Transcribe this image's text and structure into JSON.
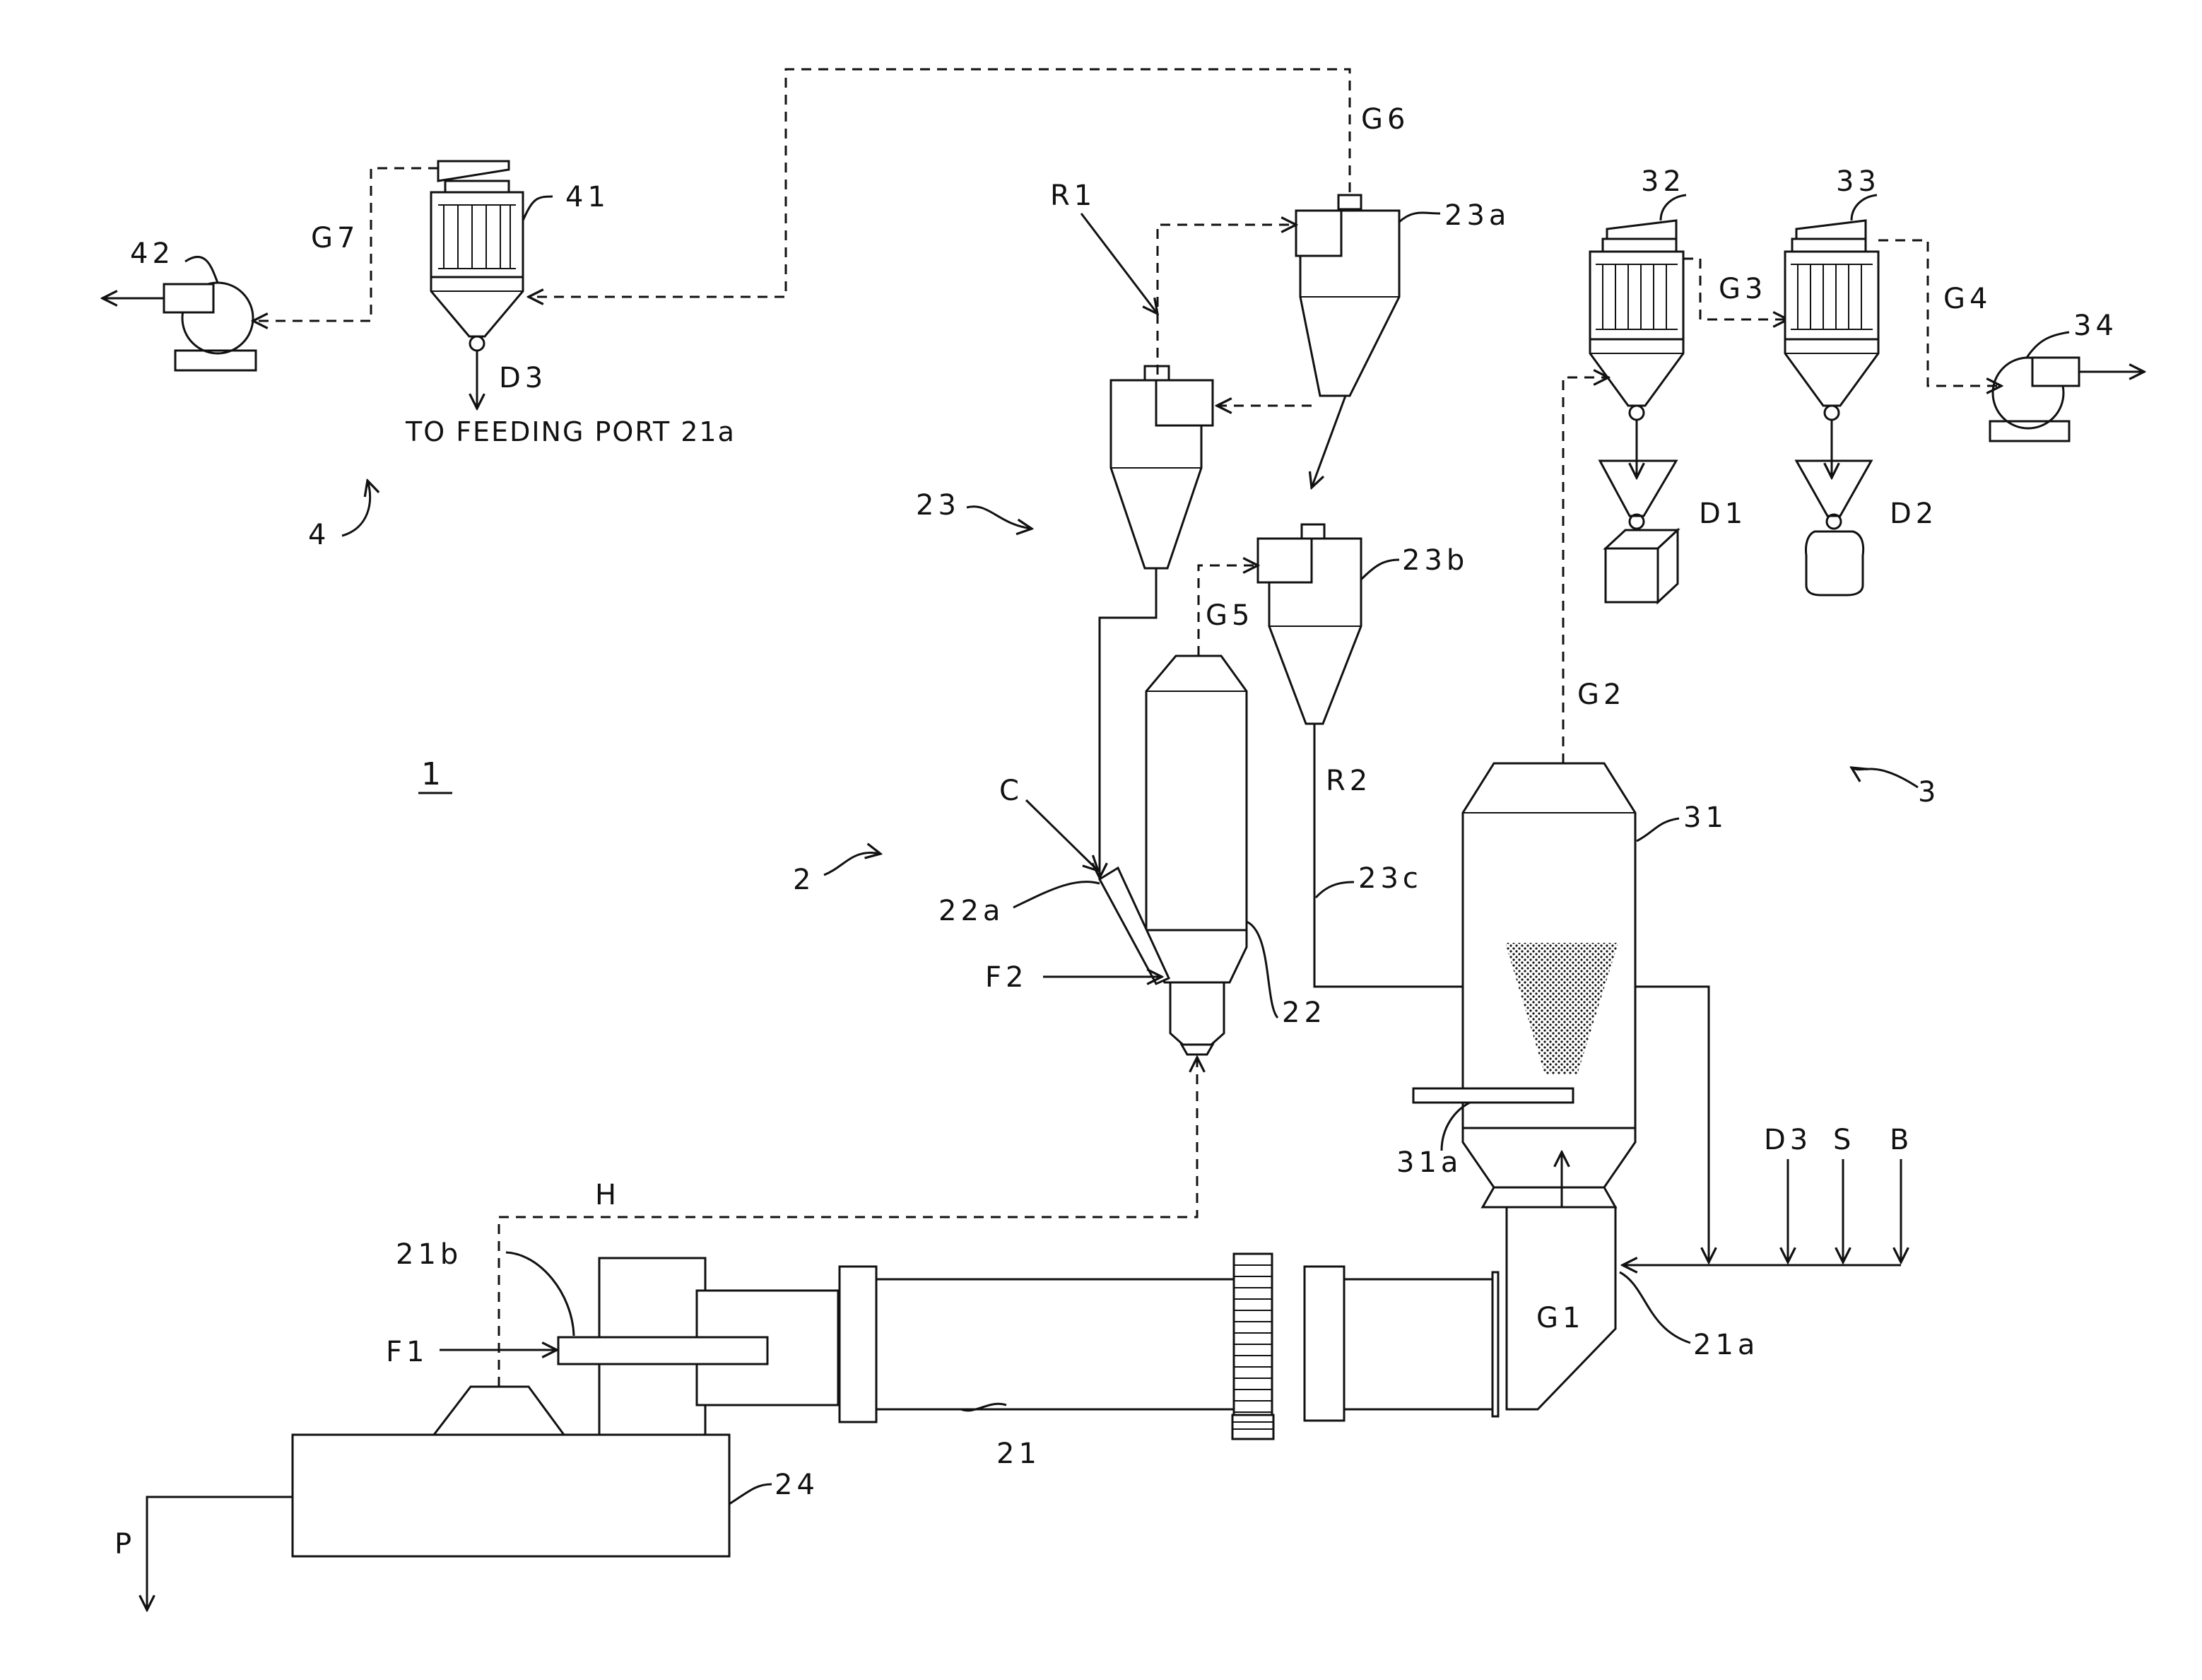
{
  "labels": {
    "system": "1",
    "fig_41": "41",
    "fig_42": "42",
    "G7": "G7",
    "G6": "G6",
    "D3_top": "D3",
    "to_feeding_port": "TO FEEDING PORT 21a",
    "fig_4": "4",
    "R1": "R1",
    "fig_23a": "23a",
    "fig_23": "23",
    "fig_23b": "23b",
    "G5": "G5",
    "fig_32": "32",
    "fig_33": "33",
    "G3": "G3",
    "G4": "G4",
    "fig_34": "34",
    "D1": "D1",
    "D2": "D2",
    "G2": "G2",
    "R2": "R2",
    "fig_3": "3",
    "fig_31": "31",
    "C": "C",
    "fig_2": "2",
    "fig_22a": "22a",
    "fig_23c": "23c",
    "F2": "F2",
    "fig_22": "22",
    "fig_31a": "31a",
    "D3_bottom": "D3",
    "S": "S",
    "B": "B",
    "H": "H",
    "fig_21b": "21b",
    "F1": "F1",
    "G1": "G1",
    "fig_21a": "21a",
    "fig_21": "21",
    "fig_24": "24",
    "P": "P"
  },
  "icons": {
    "arrow": "arrow-icon",
    "fan": "fan-icon",
    "bag_filter": "bag-filter-icon",
    "cyclone": "cyclone-icon"
  }
}
